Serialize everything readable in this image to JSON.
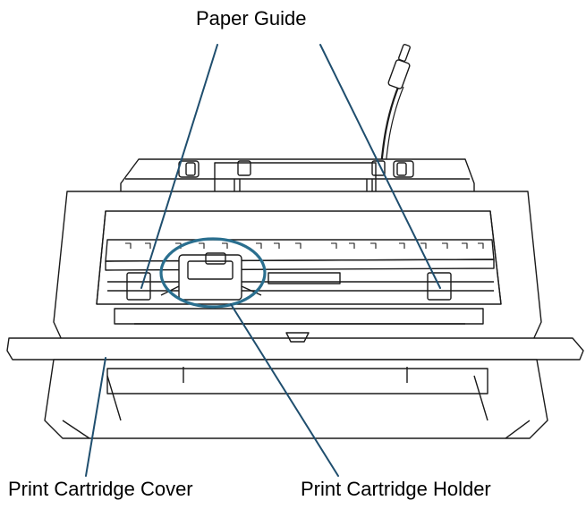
{
  "labels": {
    "paper_guide": "Paper Guide",
    "print_cartridge_cover": "Print Cartridge Cover",
    "print_cartridge_holder": "Print Cartridge Holder"
  },
  "colors": {
    "outline": "#1a1a1a",
    "leader_line": "#1f4e6e",
    "highlight_circle": "#2a6f8f",
    "background": "#ffffff"
  }
}
